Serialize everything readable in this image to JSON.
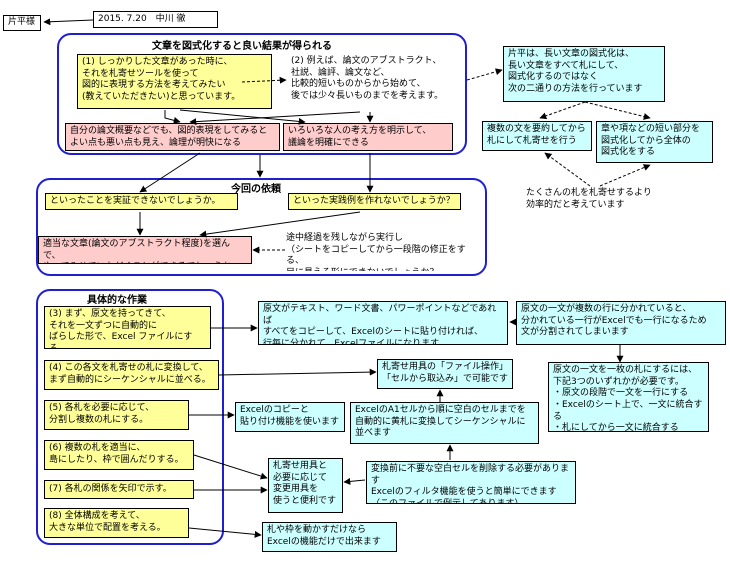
{
  "header": {
    "recipient": "片平様",
    "date_author": "2015. 7.20　中川 徹"
  },
  "section1": {
    "title": "文章を図式化すると良い結果が得られる",
    "left_box": "(1) しっかりした文章があった時に、\nそれを札寄せツールを使って\n図的に表現する方法を考えてみたい\n(教えていただきたい)と思っています。",
    "right_text": "(2) 例えば、論文のアブストラクト、\n社説、論評、論文など、\n比較的短いものからから始めて、\n後では少々長いものまでを考えます。",
    "result_left": "自分の論文概要などでも、図的表現をしてみると\nよい点も悪い点も見え、論理が明快になる",
    "result_right": "いろいろな人の考え方を明示して、\n議論を明確にできる"
  },
  "katahira": {
    "main": "片平は、長い文章の図式化は、\n長い文章をすべて札にして、\n図式化するのではなく\n次の二通りの方法を行っています",
    "method1": "複数の文を要約してから\n札にして札寄せを行う",
    "method2": "章や項などの短い部分を\n図式化してから全体の\n図式化をする",
    "note": "たくさんの札を札寄せするより\n効率的だと考えています"
  },
  "section2": {
    "title": "今回の依頼",
    "left": "といったことを実証できないでしょうか。",
    "right": "といった実践例を作れないでしょうか？",
    "request": "適当な文章(論文のアブストラクト程度)を選んで、\nやってみせていただくことができるでしょうか。",
    "note": "途中経過を残しながら実行し\n（シートをコピーしてから一段階の修正をする、\n目に見える形にできないでしょうか？"
  },
  "section3": {
    "title": "具体的な作業",
    "steps": [
      "(3) まず、原文を持ってきて、\nそれを一文ずつに自動的に\nばらした形で、Excel ファイルにする。",
      "(4) この各文を札寄せの札に変換して、\nまず自動的にシーケンシャルに並べる。",
      "(5) 各札を必要に応じて、\n分割し複数の札にする。",
      "(6) 複数の札を適当に、\n島にしたり、枠で囲んだりする。",
      "(7) 各札の関係を矢印で示す。",
      "(8) 全体構成を考えて、\n大きな単位で配置を考える。"
    ]
  },
  "tool_notes": {
    "paste": "原文がテキスト、ワード文書、パワーポイントなどであれば\nすべてをコピーして、Excelのシートに貼り付ければ、\n行毎に分かれて、Excelファイルになります",
    "multi_line": "原文の一文が複数の行に分かれていると、\n分かれている一行がExcelでも一行になるため\n文が分割されてしまいます",
    "one_card": "原文の一文を一枚の札にするには、\n下記3つのいずれかが必要です。\n・原文の段階で一文を一行にする\n・Excelのシート上で、一文に統合する\n・札にしてから一文に統合する",
    "file_op": "札寄せ用具の「ファイル操作」\n「セルから取込み」で可能です",
    "a1_cell": "ExcelのA1セルから順に空白のセルまでを\n自動的に黄札に変換してシーケンシャルに\n並べます",
    "excel_copy": "Excelのコピーと\n貼り付け機能を使います",
    "delete_blank": "変換前に不要な空白セルを削除する必要があります\nExcelのフィルタ機能を使うと簡単にできます\n（このファイルで例示してあります）",
    "change_tool": "札寄せ用具と\n必要に応じて\n変更用具を\n使うと便利です",
    "move_only": "札や枠を動かすだけなら\nExcelの機能だけで出来ます"
  },
  "colors": {
    "yellow_card": "#ffff99",
    "pink_card": "#ffcccc",
    "cyan_card": "#ccffff",
    "group_border": "#1f1fd0"
  }
}
